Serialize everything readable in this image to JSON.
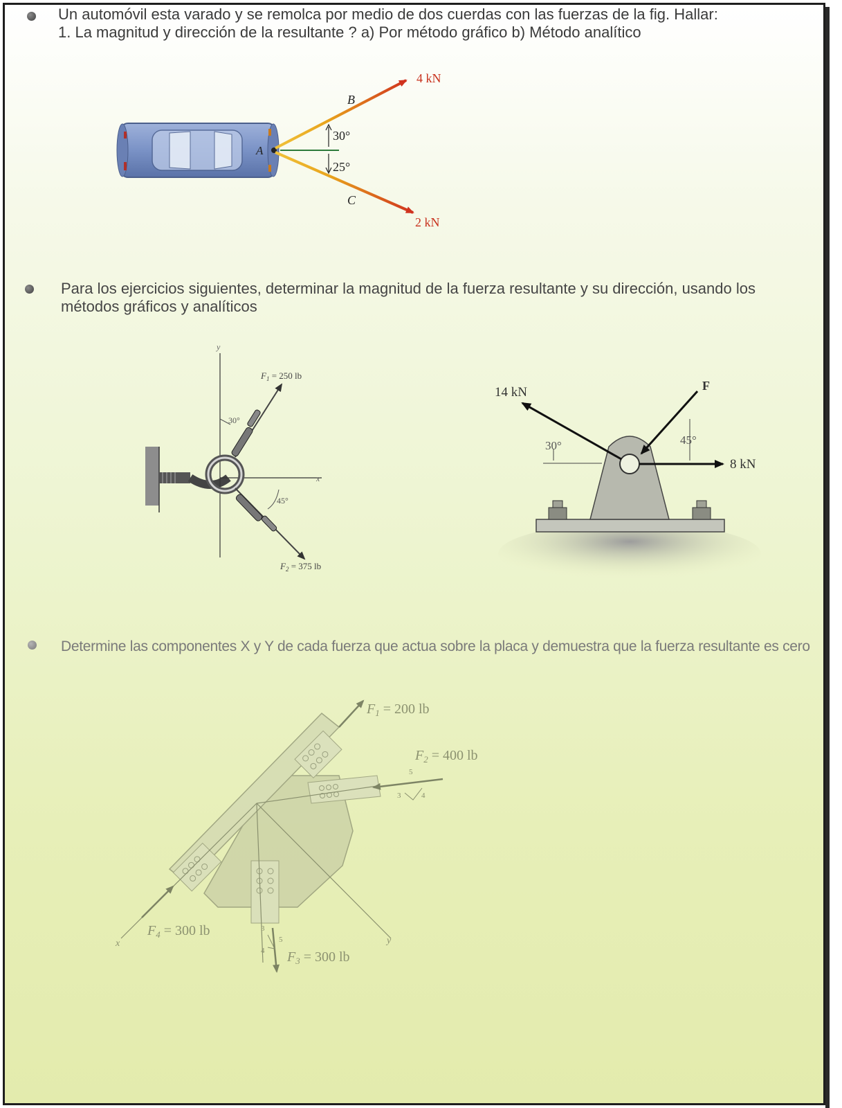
{
  "problem1": {
    "text": "Un automóvil  esta varado y se remolca por medio de dos cuerdas  con las fuerzas de la fig. Hallar:",
    "line2": "1. La magnitud y dirección de la resultante ?  a) Por método gráfico  b) Método analítico",
    "figure": {
      "force_b": "4 kN",
      "force_c": "2 kN",
      "label_b": "B",
      "label_c": "C",
      "label_a": "A",
      "angle_upper": "30°",
      "angle_lower": "25°"
    }
  },
  "problem2": {
    "text": "Para los ejercicios siguientes, determinar la magnitud de la fuerza resultante y su dirección, usando los métodos gráficos y analíticos",
    "figure_a": {
      "f1": "F",
      "f1_sub": "1",
      "f1_val": " = 250 lb",
      "f2": "F",
      "f2_sub": "2",
      "f2_val": " = 375 lb",
      "angle1": "30°",
      "angle2": "45°",
      "axis_x": "x",
      "axis_y": "y"
    },
    "figure_b": {
      "force_left": "14 kN",
      "force_f": "F",
      "force_right": "8 kN",
      "angle_left": "30°",
      "angle_right": "45°"
    }
  },
  "problem3": {
    "text": "Determine las componentes X y Y de cada fuerza que actua sobre la placa y demuestra que la fuerza resultante es cero",
    "figure": {
      "f1": "F",
      "f1_sub": "1",
      "f1_val": " = 200 lb",
      "f2": "F",
      "f2_sub": "2",
      "f2_val": " = 400 lb",
      "f3": "F",
      "f3_sub": "3",
      "f3_val": " = 300 lb",
      "f4": "F",
      "f4_sub": "4",
      "f4_val": " = 300 lb",
      "axis_x": "x",
      "axis_y": "y",
      "tri2": [
        "5",
        "3",
        "4"
      ],
      "tri3": [
        "3",
        "5",
        "4"
      ]
    }
  },
  "colors": {
    "force_red": "#d0321e",
    "rope_yellow": "#e8b21c",
    "car_blue": "#7e95c8",
    "faded": "#9aa482"
  }
}
